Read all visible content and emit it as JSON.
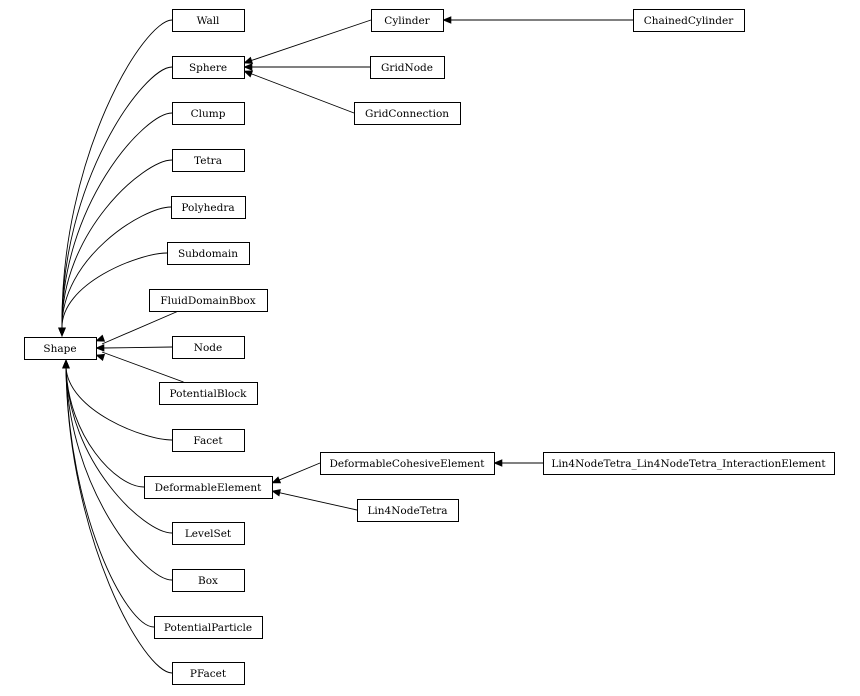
{
  "diagram": {
    "type": "class-inheritance-graph",
    "nodes": [
      {
        "id": "shape",
        "label": "Shape"
      },
      {
        "id": "wall",
        "label": "Wall"
      },
      {
        "id": "sphere",
        "label": "Sphere"
      },
      {
        "id": "clump",
        "label": "Clump"
      },
      {
        "id": "tetra",
        "label": "Tetra"
      },
      {
        "id": "polyhedra",
        "label": "Polyhedra"
      },
      {
        "id": "subdomain",
        "label": "Subdomain"
      },
      {
        "id": "fluiddomainbbox",
        "label": "FluidDomainBbox"
      },
      {
        "id": "node",
        "label": "Node"
      },
      {
        "id": "potentialblock",
        "label": "PotentialBlock"
      },
      {
        "id": "facet",
        "label": "Facet"
      },
      {
        "id": "deformableelement",
        "label": "DeformableElement"
      },
      {
        "id": "levelset",
        "label": "LevelSet"
      },
      {
        "id": "box",
        "label": "Box"
      },
      {
        "id": "potentialparticle",
        "label": "PotentialParticle"
      },
      {
        "id": "pfacet",
        "label": "PFacet"
      },
      {
        "id": "cylinder",
        "label": "Cylinder"
      },
      {
        "id": "gridnode",
        "label": "GridNode"
      },
      {
        "id": "gridconnection",
        "label": "GridConnection"
      },
      {
        "id": "chainedcylinder",
        "label": "ChainedCylinder"
      },
      {
        "id": "deformablecohesiveelement",
        "label": "DeformableCohesiveElement"
      },
      {
        "id": "lin4nodetetra",
        "label": "Lin4NodeTetra"
      },
      {
        "id": "lin4nodetetra_interaction",
        "label": "Lin4NodeTetra_Lin4NodeTetra_InteractionElement"
      }
    ],
    "edges": [
      {
        "from": "wall",
        "to": "shape"
      },
      {
        "from": "sphere",
        "to": "shape"
      },
      {
        "from": "clump",
        "to": "shape"
      },
      {
        "from": "tetra",
        "to": "shape"
      },
      {
        "from": "polyhedra",
        "to": "shape"
      },
      {
        "from": "subdomain",
        "to": "shape"
      },
      {
        "from": "fluiddomainbbox",
        "to": "shape"
      },
      {
        "from": "node",
        "to": "shape"
      },
      {
        "from": "potentialblock",
        "to": "shape"
      },
      {
        "from": "facet",
        "to": "shape"
      },
      {
        "from": "deformableelement",
        "to": "shape"
      },
      {
        "from": "levelset",
        "to": "shape"
      },
      {
        "from": "box",
        "to": "shape"
      },
      {
        "from": "potentialparticle",
        "to": "shape"
      },
      {
        "from": "pfacet",
        "to": "shape"
      },
      {
        "from": "cylinder",
        "to": "sphere"
      },
      {
        "from": "gridnode",
        "to": "sphere"
      },
      {
        "from": "gridconnection",
        "to": "sphere"
      },
      {
        "from": "chainedcylinder",
        "to": "cylinder"
      },
      {
        "from": "deformablecohesiveelement",
        "to": "deformableelement"
      },
      {
        "from": "lin4nodetetra",
        "to": "deformableelement"
      },
      {
        "from": "lin4nodetetra_interaction",
        "to": "deformablecohesiveelement"
      }
    ]
  }
}
